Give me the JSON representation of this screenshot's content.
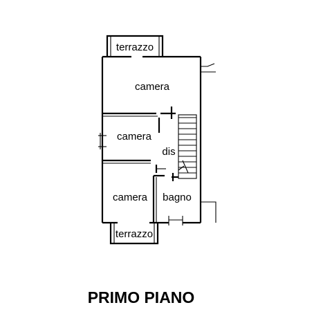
{
  "rooms": {
    "terrace_top": "terrazzo",
    "bedroom_top": "camera",
    "bedroom_middle": "camera",
    "hallway": "dis",
    "bedroom_bottom": "camera",
    "bathroom": "bagno",
    "terrace_bottom": "terrazzo"
  },
  "floor_title": "PRIMO PIANO"
}
